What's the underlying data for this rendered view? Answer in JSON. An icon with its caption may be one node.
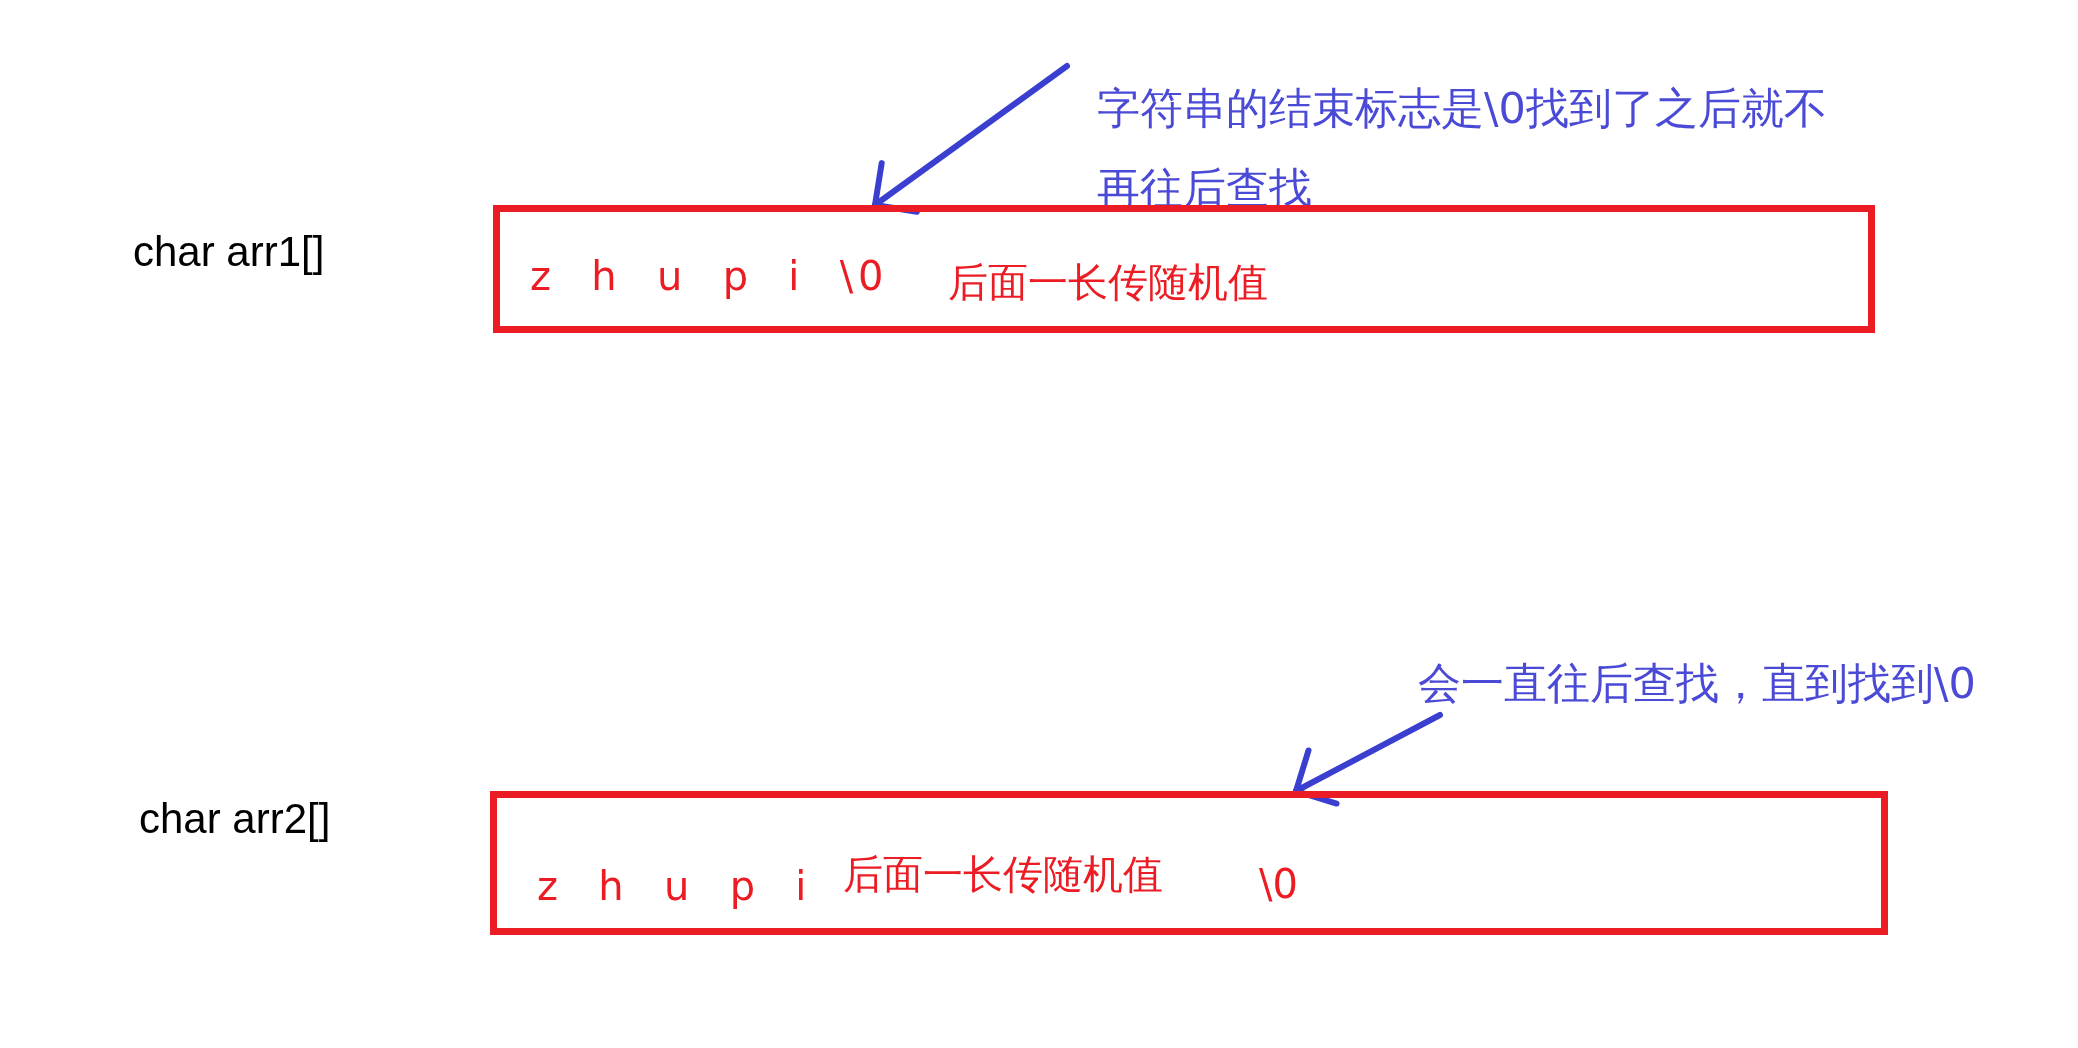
{
  "diagram": {
    "nodes": [
      {
        "text": [
          "字符串的结束标志是\\0找到了之后就不再往后查找"
        ]
      },
      {
        "text": [
          "z h u p i \\0",
          "后面一长传随机值"
        ]
      },
      {
        "text": [
          "会一直往后查找，直到找到\\0"
        ]
      },
      {
        "text": [
          "z h u p i",
          "后面一长传随机值",
          "\\0"
        ]
      }
    ],
    "edges": [
      {
        "from": 0,
        "to": 1,
        "arrow": "to"
      },
      {
        "from": 2,
        "to": 3,
        "arrow": "to"
      }
    ],
    "labels": [
      "char arr1[]",
      "char arr2[]"
    ]
  }
}
